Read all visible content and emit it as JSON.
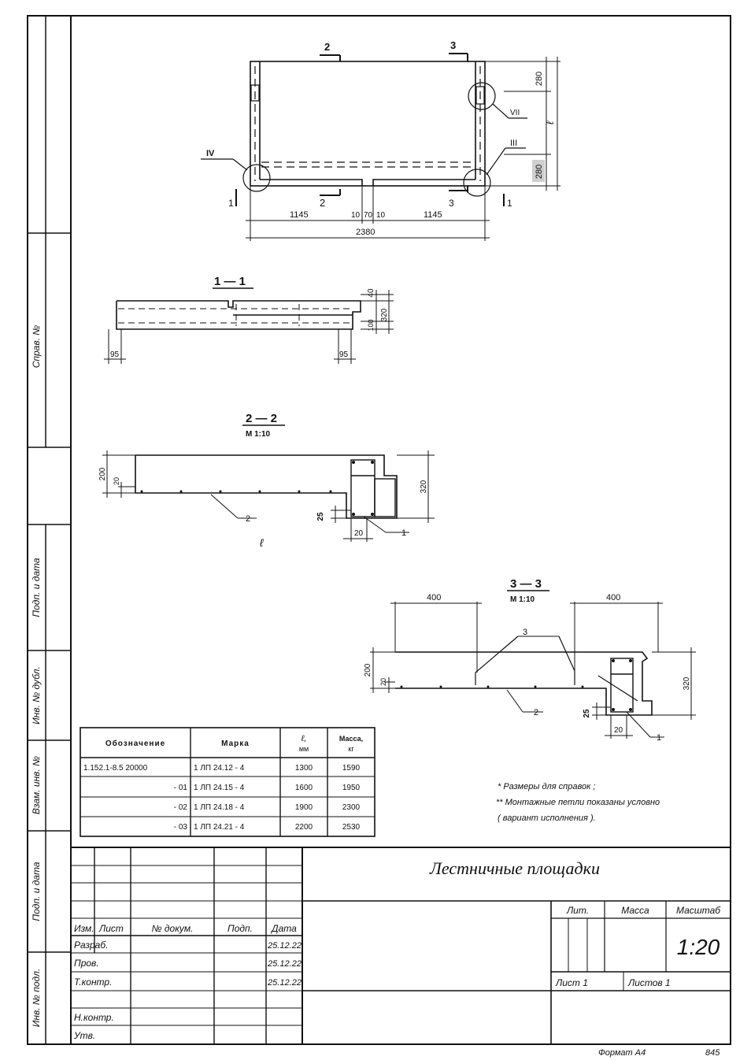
{
  "side_labels": {
    "sprav": "Справ. №",
    "podp1": "Подп. и дата",
    "inv_dubl": "Инв. № дубл.",
    "vzam": "Взам. инв. №",
    "podp2": "Подп. и дата",
    "inv_podl": "Инв. № подл."
  },
  "plan": {
    "section_2": "2",
    "section_3": "3",
    "section_1": "1",
    "callout_iv": "IV",
    "callout_vii": "VII",
    "callout_iii": "III",
    "dim_280_top": "280",
    "dim_280_bottom": "280",
    "dim_l": "ℓ",
    "dim_1145_left": "1145",
    "dim_10_a": "10",
    "dim_70": "70",
    "dim_10_b": "10",
    "dim_1145_right": "1145",
    "dim_2380": "2380"
  },
  "section_1_1": {
    "title": "1 — 1",
    "dim_40": "40",
    "dim_100": "100",
    "dim_320": "320",
    "dim_95_left": "95",
    "dim_95_right": "95"
  },
  "section_2_2": {
    "title": "2 — 2",
    "scale": "М 1:10",
    "dim_200": "200",
    "dim_20": "20",
    "dim_320": "320",
    "dim_25": "25",
    "dim_20_bottom": "20",
    "leader_2": "2",
    "leader_1": "1",
    "dim_l": "ℓ"
  },
  "section_3_3": {
    "title": "3 — 3",
    "scale": "М 1:10",
    "dim_400_left": "400",
    "dim_400_right": "400",
    "leader_3": "3",
    "dim_200": "200",
    "dim_20": "20",
    "dim_320": "320",
    "leader_2": "2",
    "dim_25": "25",
    "dim_20_bottom": "20",
    "leader_1": "1"
  },
  "spec_table": {
    "headers": {
      "designation": "Обозначение",
      "mark": "Марка",
      "length": "ℓ,",
      "length_unit": "мм",
      "mass": "Масса,",
      "mass_unit": "кг"
    },
    "rows": [
      {
        "designation": "1.152.1-8.5   20000",
        "mark": "1 ЛП 24.12 - 4",
        "length": "1300",
        "mass": "1590"
      },
      {
        "designation": "- 01",
        "mark": "1 ЛП 24.15 - 4",
        "length": "1600",
        "mass": "1950"
      },
      {
        "designation": "- 02",
        "mark": "1 ЛП 24.18 - 4",
        "length": "1900",
        "mass": "2300"
      },
      {
        "designation": "- 03",
        "mark": "1 ЛП 24.21 - 4",
        "length": "2200",
        "mass": "2530"
      }
    ]
  },
  "notes": [
    "* Размеры для справок ;",
    "** Монтажные петли показаны условно",
    "( вариант исполнения )."
  ],
  "title_block": {
    "title": "Лестничные площадки",
    "col_izm": "Изм.",
    "col_list": "Лист",
    "col_doc": "№ докум.",
    "col_podp": "Подп.",
    "col_date": "Дата",
    "razrab": "Разраб.",
    "prov": "Пров.",
    "tkontr": "Т.контр.",
    "nkontr": "Н.контр.",
    "utv": "Утв.",
    "date1": "25.12.22",
    "date2": "25.12.22",
    "date3": "25.12.22",
    "lit": "Лит.",
    "massa": "Масса",
    "masshtab": "Масштаб",
    "scale_value": "1:20",
    "sheet": "Лист  1",
    "sheets": "Листов  1"
  },
  "footer": {
    "format": "Формат А4",
    "number": "845"
  }
}
